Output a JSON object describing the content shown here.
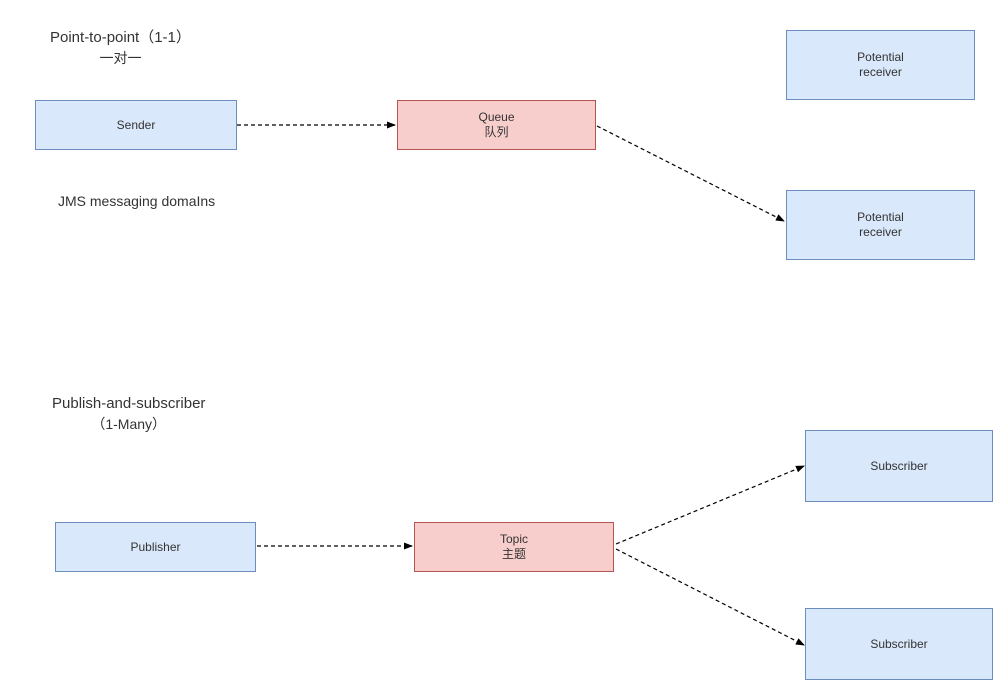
{
  "diagram": {
    "background": "#ffffff",
    "colors": {
      "blue_fill": "#dae8fc",
      "blue_stroke": "#6c8ebf",
      "red_fill": "#f8cecc",
      "red_stroke": "#b85450",
      "arrow": "#000000",
      "text": "#333333"
    },
    "sections": {
      "point_to_point": {
        "title": "Point-to-point（1-1）",
        "subtitle": "一对一",
        "note": "JMS messaging domaIns"
      },
      "publish_subscribe": {
        "title": "Publish-and-subscriber",
        "subtitle": "（1-Many）"
      }
    },
    "nodes": {
      "sender": {
        "label": "Sender"
      },
      "queue": {
        "line1": "Queue",
        "line2": "队列"
      },
      "receiver_top": {
        "line1": "Potential",
        "line2": "receiver"
      },
      "receiver_bottom": {
        "line1": "Potential",
        "line2": "receiver"
      },
      "publisher": {
        "label": "Publisher"
      },
      "topic": {
        "line1": "Topic",
        "line2": "主题"
      },
      "subscriber_top": {
        "label": "Subscriber"
      },
      "subscriber_bottom": {
        "label": "Subscriber"
      }
    },
    "connectors": {
      "sender_to_queue": "dashed-arrow",
      "queue_to_receiver_bottom": "dashed-arrow",
      "publisher_to_topic": "dashed-arrow",
      "topic_to_subscriber_top": "dashed-arrow",
      "topic_to_subscriber_bottom": "dashed-arrow"
    }
  }
}
